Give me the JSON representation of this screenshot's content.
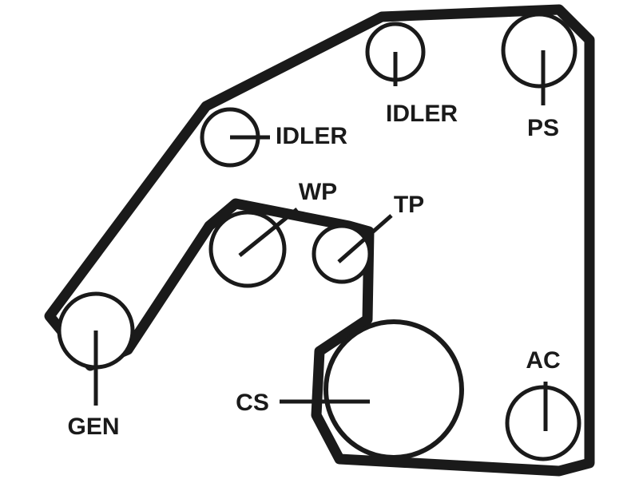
{
  "colors": {
    "ink": "#1a1a1a",
    "background": "#ffffff"
  },
  "labels": {
    "idler_left": "IDLER",
    "idler_top": "IDLER",
    "ps": "PS",
    "wp": "WP",
    "tp": "TP",
    "cs": "CS",
    "ac": "AC",
    "gen": "GEN"
  }
}
